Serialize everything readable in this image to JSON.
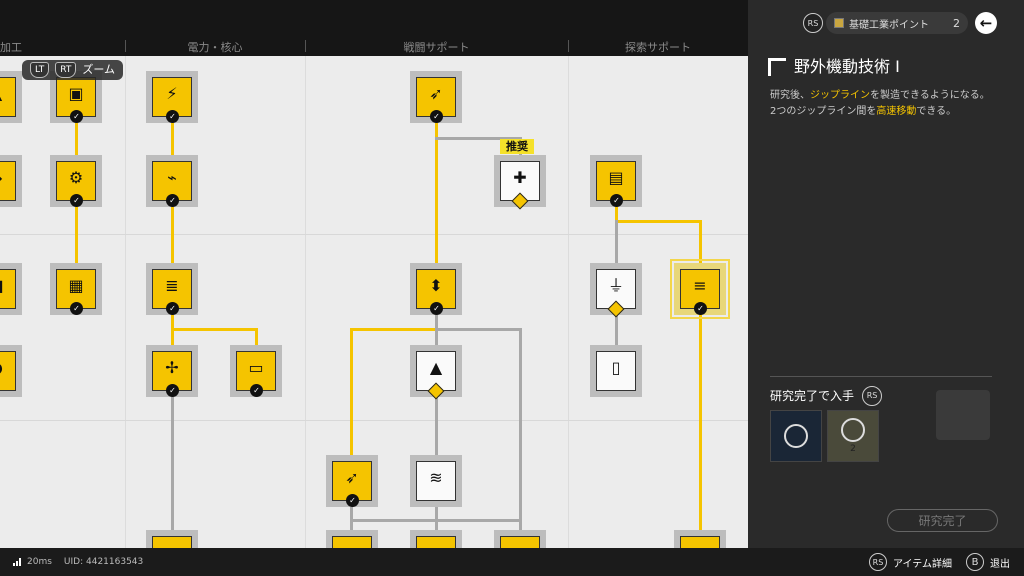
{
  "categories": [
    "加工",
    "電力・核心",
    "戦闘サポート",
    "探索サポート"
  ],
  "zoom_hint": {
    "lt": "LT",
    "rt": "RT",
    "label": "ズーム"
  },
  "recommended_badge": "推奨",
  "header": {
    "rs": "RS",
    "points_label": "基礎工業ポイント",
    "points_value": "2",
    "back_icon": "back-arrow-icon"
  },
  "detail": {
    "title": "野外機動技術 I",
    "desc_1a": "研究後、",
    "desc_1b": "ジップライン",
    "desc_1c": "を製造できるようになる。",
    "desc_2a": "2つのジップライン間を",
    "desc_2b": "高速移動",
    "desc_2c": "できる。"
  },
  "obtain": {
    "label": "研究完了で入手",
    "rs": "RS",
    "item2_count": "2"
  },
  "complete_button": "研究完了",
  "footer": {
    "ping": "20ms",
    "uid": "UID: 4421163543",
    "rs": "RS",
    "item_detail": "アイテム詳細",
    "b": "B",
    "exit": "退出"
  },
  "colors": {
    "accent": "#f5c400"
  }
}
